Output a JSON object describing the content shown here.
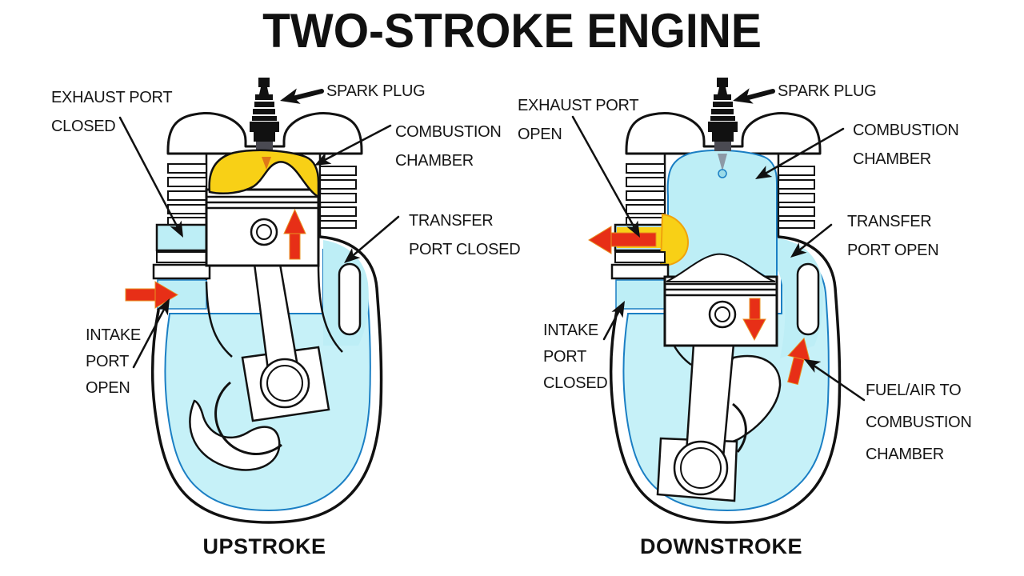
{
  "title": "TWO-STROKE ENGINE",
  "left_diagram": {
    "caption": "UPSTROKE",
    "labels": {
      "exhaust": "EXHAUST PORT CLOSED",
      "spark": "SPARK PLUG",
      "combustion": "COMBUSTION CHAMBER",
      "transfer": "TRANSFER PORT CLOSED",
      "intake": "INTAKE PORT OPEN"
    }
  },
  "right_diagram": {
    "caption": "DOWNSTROKE",
    "labels": {
      "exhaust": "EXHAUST PORT OPEN",
      "spark": "SPARK PLUG",
      "combustion": "COMBUSTION CHAMBER",
      "transfer": "TRANSFER PORT OPEN",
      "intake": "INTAKE PORT CLOSED",
      "fuelair": "FUEL/AIR TO COMBUSTION CHAMBER"
    }
  },
  "colors": {
    "fresh_charge_cyan": "#bdeef6",
    "crankcase_cyan": "#c6f1f8",
    "combustion_yellow": "#f8d016",
    "exhaust_orange": "#f0a30c",
    "flow_arrow_red": "#e72f17",
    "outline_black": "#111111",
    "charge_outline_blue": "#1b7fc4",
    "text_black": "#161616"
  }
}
